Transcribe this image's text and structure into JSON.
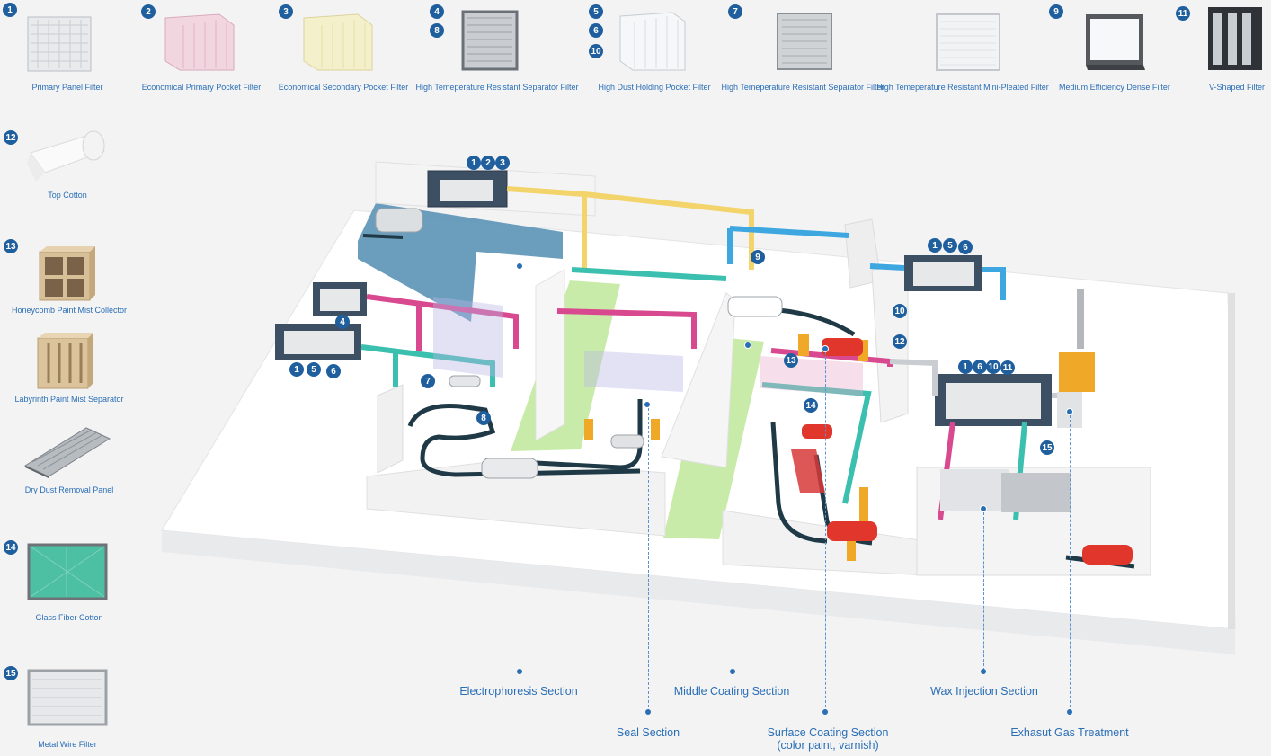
{
  "top_filters": [
    {
      "badges": [
        "1"
      ],
      "label": "Primary Panel Filter"
    },
    {
      "badges": [
        "2"
      ],
      "label": "Economical Primary Pocket Filter"
    },
    {
      "badges": [
        "3"
      ],
      "label": "Economical Secondary Pocket Filter"
    },
    {
      "badges": [
        "4",
        "8"
      ],
      "label": "High Temeperature Resistant Separator Filter"
    },
    {
      "badges": [
        "5",
        "6",
        "10"
      ],
      "label": "High Dust Holding Pocket Filter"
    },
    {
      "badges": [
        "7"
      ],
      "label": "High Temeperature Resistant Separator Filter"
    },
    {
      "badges": [],
      "label": "High Temeperature Resistant Mini-Pleated Filter"
    },
    {
      "badges": [
        "9"
      ],
      "label": "Medium Efficiency Dense Filter"
    },
    {
      "badges": [
        "11"
      ],
      "label": "V-Shaped Filter"
    }
  ],
  "side_filters": [
    {
      "badge": "12",
      "label": "Top Cotton"
    },
    {
      "badge": "13",
      "label": "Honeycomb Paint Mist Collector"
    },
    {
      "badge": "",
      "label": "Labyrinth Paint Mist Separator"
    },
    {
      "badge": "",
      "label": "Dry Dust Removal Panel"
    },
    {
      "badge": "14",
      "label": "Glass Fiber Cotton"
    },
    {
      "badge": "15",
      "label": "Metal Wire Filter"
    }
  ],
  "diagram_markers": [
    {
      "text": "1"
    },
    {
      "text": "2"
    },
    {
      "text": "3"
    },
    {
      "text": "1"
    },
    {
      "text": "5"
    },
    {
      "text": "6"
    },
    {
      "text": "4"
    },
    {
      "text": "1"
    },
    {
      "text": "5"
    },
    {
      "text": "6"
    },
    {
      "text": "7"
    },
    {
      "text": "8"
    },
    {
      "text": "9"
    },
    {
      "text": "10"
    },
    {
      "text": "12"
    },
    {
      "text": "13"
    },
    {
      "text": "14"
    },
    {
      "text": "1"
    },
    {
      "text": "6"
    },
    {
      "text": "10"
    },
    {
      "text": "11"
    },
    {
      "text": "15"
    }
  ],
  "sections": [
    {
      "label": "Electrophoresis Section"
    },
    {
      "label": "Seal Section"
    },
    {
      "label": "Middle Coating Section"
    },
    {
      "label": "Surface Coating Section",
      "sublabel": "(color paint, varnish)"
    },
    {
      "label": "Wax Injection Section"
    },
    {
      "label": "Exhasut Gas Treatment"
    }
  ],
  "colors": {
    "badge": "#1f5f9e",
    "label": "#2a6eb5",
    "duct_yellow": "#f2d46a",
    "duct_blue": "#3ea7e0",
    "duct_magenta": "#d8498f",
    "duct_teal": "#3bbfae",
    "floor_green": "#bfe79a",
    "water": "#5b93b6",
    "robot": "#f0a829",
    "car_red": "#e1362c"
  },
  "icons": [
    "filter-panel-icon",
    "pocket-filter-icon",
    "cotton-roll-icon",
    "honeycomb-icon",
    "labyrinth-icon",
    "wire-filter-icon"
  ]
}
